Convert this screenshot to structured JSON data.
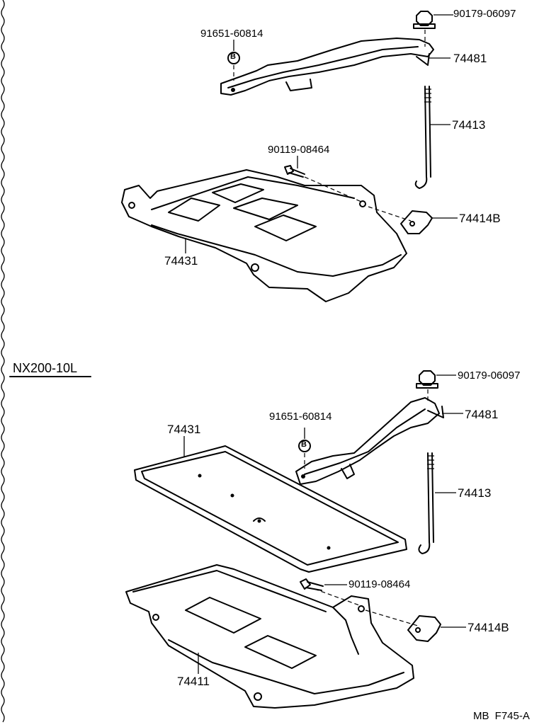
{
  "section_label": "NX200-10L",
  "footer": {
    "code": "MB  F745-A"
  },
  "part_numbers": {
    "nut": "90179-06097",
    "clamp": "74481",
    "washer": "91651-60814",
    "washer_symbol": "B",
    "rod": "74413",
    "bolt": "90119-08464",
    "bracket": "74414B",
    "tray": "74431",
    "carrier": "74411"
  }
}
